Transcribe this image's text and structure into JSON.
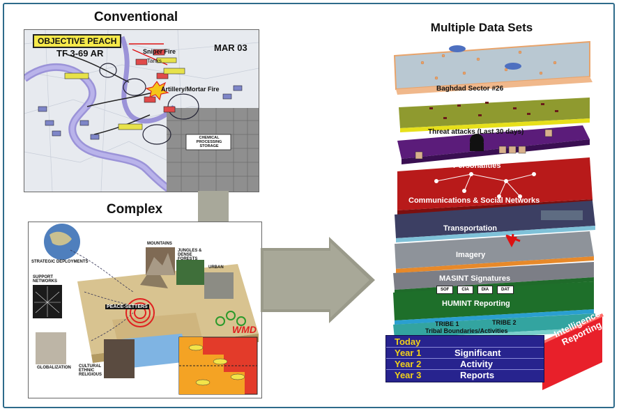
{
  "left": {
    "conventional_title": "Conventional",
    "complex_title": "Complex",
    "map": {
      "objective": "OBJECTIVE PEACH",
      "unit": "TF 3-69 AR",
      "date": "MAR 03",
      "sniper": "Sniper Fire",
      "tanks": "Tanks",
      "artillery": "Artillery/Mortar Fire",
      "chemical": "CHEMICAL PROCESSING STORAGE"
    },
    "complex_labels": {
      "strategic": "STRATEGIC DEPLOYMENTS",
      "mountains": "MOUNTAINS",
      "jungles": "JUNGLES & DENSE FORESTS",
      "urban": "URBAN",
      "support": "SUPPORT NETWORKS",
      "peacekeepers": "PEACE-SETTERS",
      "globalization": "GLOBALIZATION",
      "cultural": "CULTURAL ETHNIC RELIGIOUS",
      "wmd": "WMD"
    }
  },
  "right": {
    "title": "Multiple Data Sets",
    "layers": [
      {
        "label": "Baghdad Sector #26"
      },
      {
        "label": "Threat attacks (Last 30 days)"
      },
      {
        "label": "Personalities"
      },
      {
        "label": "Communications & Social Networks"
      },
      {
        "label": "Transportation"
      },
      {
        "label": "Imagery"
      },
      {
        "label": "MASINT Signatures"
      },
      {
        "label": "HUMINT Reporting"
      },
      {
        "label": "Tribal Boundaries/Activities"
      }
    ],
    "humint_boxes": [
      "SOF",
      "CIA",
      "DIA",
      "DAT"
    ],
    "tribes": [
      "TRIBE 1",
      "TRIBE 2"
    ],
    "years": [
      "Today",
      "Year 1",
      "Year 2",
      "Year 3"
    ],
    "activity": [
      "Significant",
      "Activity",
      "Reports"
    ],
    "intel": [
      "Intelligence",
      "Reporting"
    ]
  },
  "colors": {
    "frame": "#2d6a8a",
    "arrow": "#9a9a8a",
    "intel_red": "#e8202a",
    "timeline_blue": "#27238e",
    "year_yellow": "#f2d21a"
  }
}
